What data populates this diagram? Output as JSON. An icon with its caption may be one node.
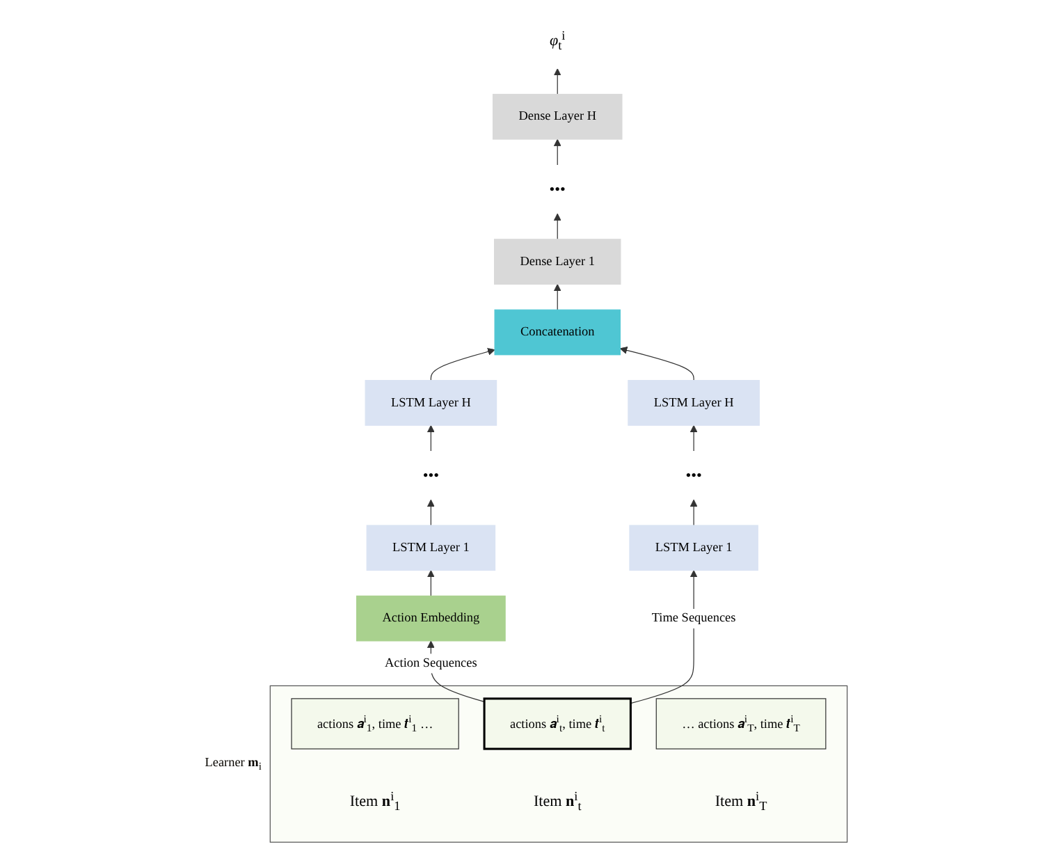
{
  "diagram": {
    "nodes": [
      {
        "text": [
          "*φ*$_{t}$$^{i}$"
        ]
      },
      {
        "text": [
          "Dense Layer H"
        ]
      },
      {
        "text": [
          "•••"
        ]
      },
      {
        "text": [
          "Dense Layer 1"
        ]
      },
      {
        "text": [
          "Concatenation"
        ]
      },
      {
        "text": [
          "LSTM Layer H"
        ]
      },
      {
        "text": [
          "•••"
        ]
      },
      {
        "text": [
          "LSTM Layer 1"
        ]
      },
      {
        "text": [
          "Action Embedding"
        ]
      },
      {
        "text": [
          "LSTM Layer H"
        ]
      },
      {
        "text": [
          "•••"
        ]
      },
      {
        "text": [
          "LSTM Layer 1"
        ]
      },
      {
        "text": [
          "Learner **m**$_{i}$"
        ]
      },
      {
        "text": [
          "actions 𝒂$^{i}$$_{1}$, time 𝒕$^{i}$$_{1}$ …"
        ],
        "in": 12,
        "beside": [
          "Item **n**$^{i}$$_{1}$"
        ]
      },
      {
        "text": [
          "actions 𝒂$^{i}$$_{t}$, time 𝒕$^{i}$$_{t}$"
        ],
        "in": 12,
        "beside": [
          "Item **n**$^{i}$$_{t}$"
        ]
      },
      {
        "text": [
          "… actions 𝒂$^{i}$$_{T}$, time 𝒕$^{i}$$_{T}$"
        ],
        "in": 12,
        "beside": [
          "Item **n**$^{i}$$_{T}$"
        ]
      }
    ],
    "edges": [
      {
        "from": 14,
        "to": 8,
        "arrow": "to",
        "label": "Action Sequences"
      },
      {
        "from": 14,
        "to": 11,
        "arrow": "to",
        "label": "Time Sequences"
      },
      {
        "from": 8,
        "to": 7,
        "arrow": "to"
      },
      {
        "from": 7,
        "to": 6,
        "arrow": "to"
      },
      {
        "from": 6,
        "to": 5,
        "arrow": "to"
      },
      {
        "from": 5,
        "to": 4,
        "arrow": "to"
      },
      {
        "from": 11,
        "to": 10,
        "arrow": "to"
      },
      {
        "from": 10,
        "to": 9,
        "arrow": "to"
      },
      {
        "from": 9,
        "to": 4,
        "arrow": "to"
      },
      {
        "from": 4,
        "to": 3,
        "arrow": "to"
      },
      {
        "from": 3,
        "to": 2,
        "arrow": "to"
      },
      {
        "from": 2,
        "to": 1,
        "arrow": "to"
      },
      {
        "from": 1,
        "to": 0,
        "arrow": "to"
      }
    ]
  }
}
